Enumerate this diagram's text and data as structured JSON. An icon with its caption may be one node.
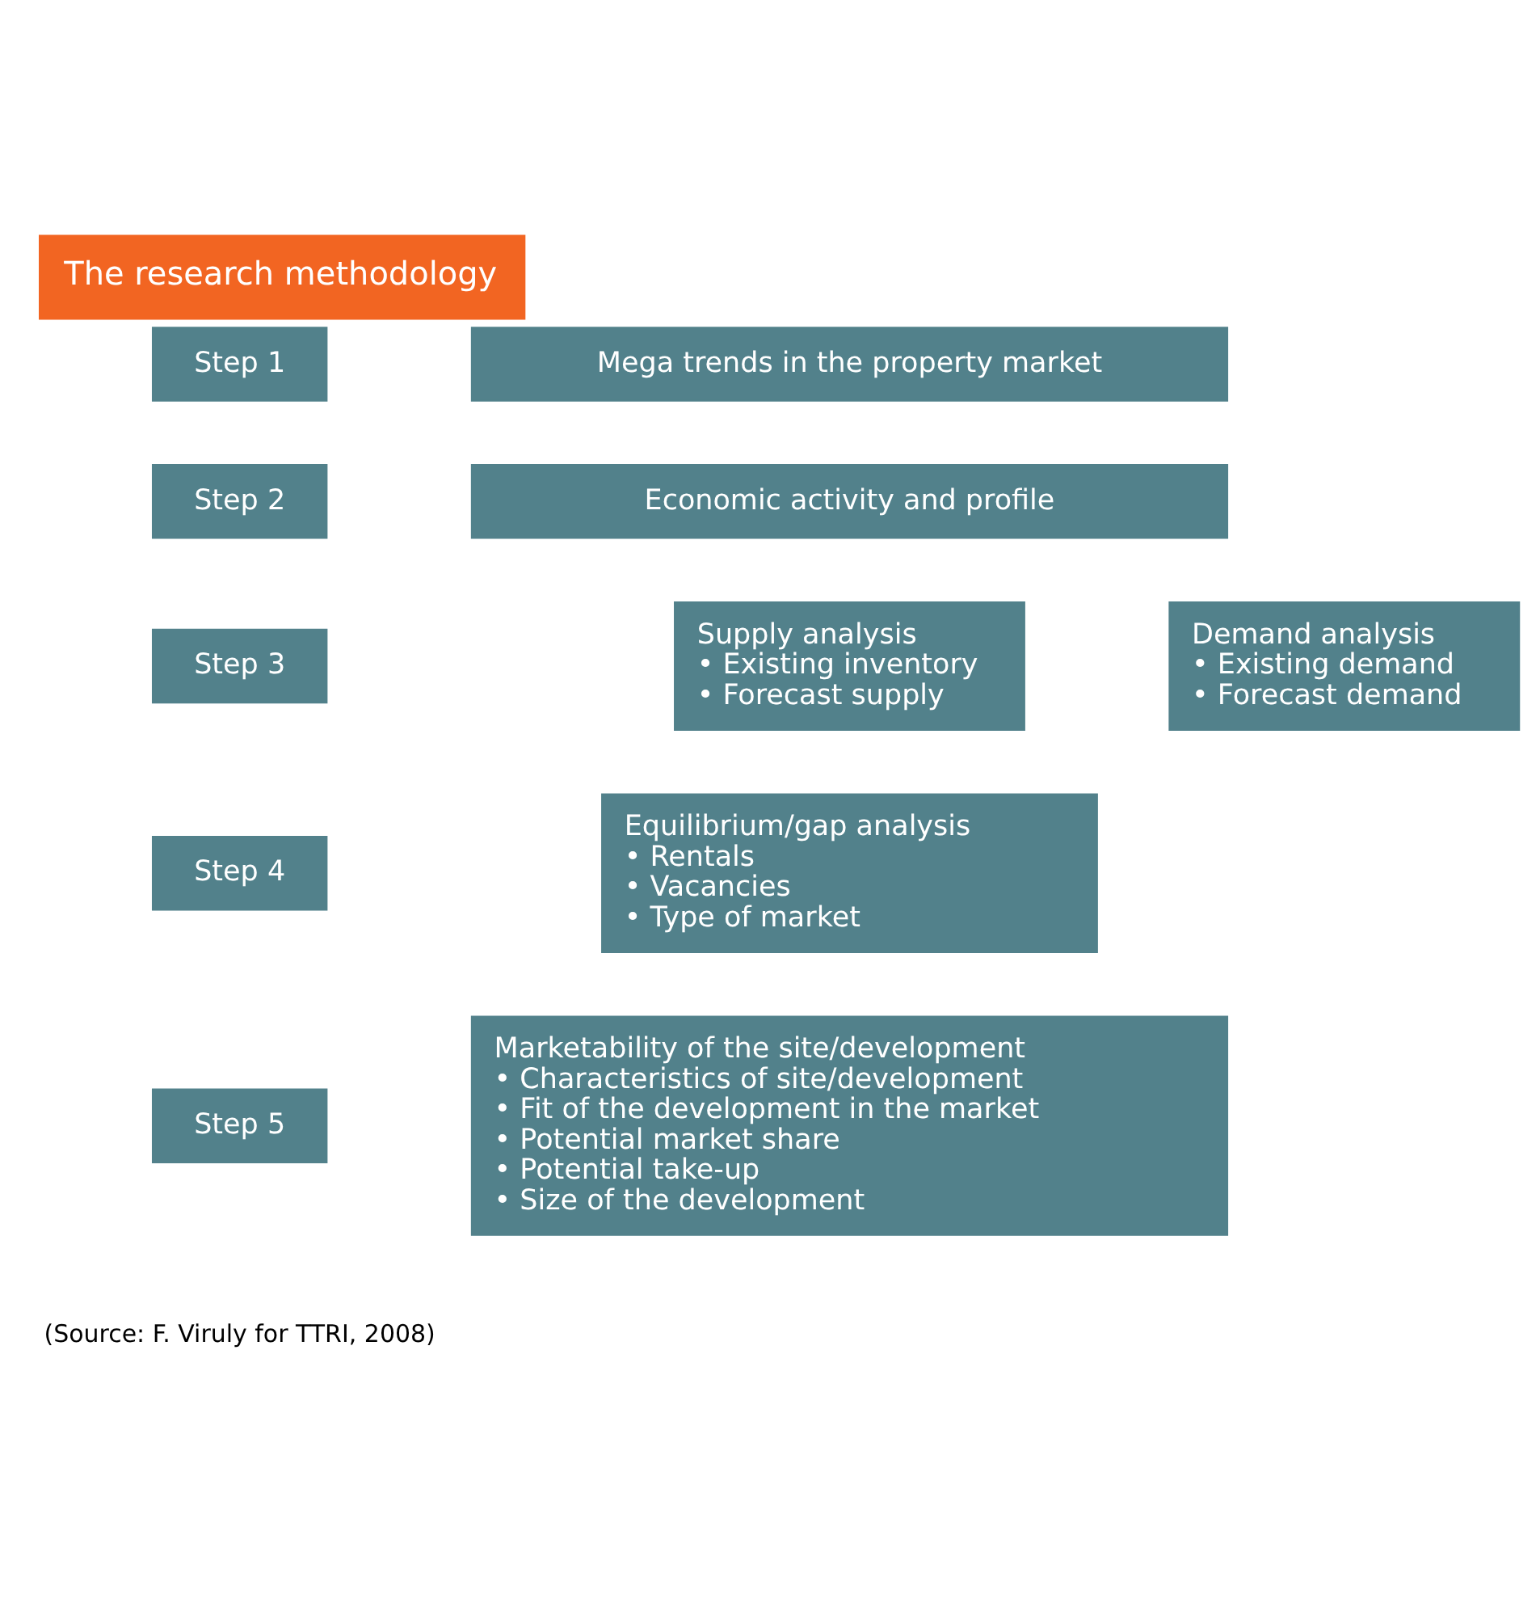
{
  "diagram": {
    "title": "The research methodology",
    "caption": "(Source: F. Viruly for TTRI, 2008)",
    "nodes": [
      {
        "text": [
          "Step 1"
        ]
      },
      {
        "text": [
          "Mega trends in the property market"
        ]
      },
      {
        "text": [
          "Step 2"
        ]
      },
      {
        "text": [
          "Economic activity and profile"
        ]
      },
      {
        "text": [
          "Step 3"
        ]
      },
      {
        "text": [
          "Supply analysis",
          "• Existing inventory",
          "• Forecast supply"
        ]
      },
      {
        "text": [
          "Demand analysis",
          "• Existing demand",
          "• Forecast demand"
        ]
      },
      {
        "text": [
          "Step 4"
        ]
      },
      {
        "text": [
          "Equilibrium/gap analysis",
          "• Rentals",
          "• Vacancies",
          "• Type of market"
        ]
      },
      {
        "text": [
          "Step 5"
        ]
      },
      {
        "text": [
          "Marketability of the site/development",
          "• Characteristics of site/development",
          "• Fit of the development in the market",
          "• Potential market share",
          "• Potential take-up",
          "• Size of the development"
        ]
      }
    ],
    "edges": []
  }
}
